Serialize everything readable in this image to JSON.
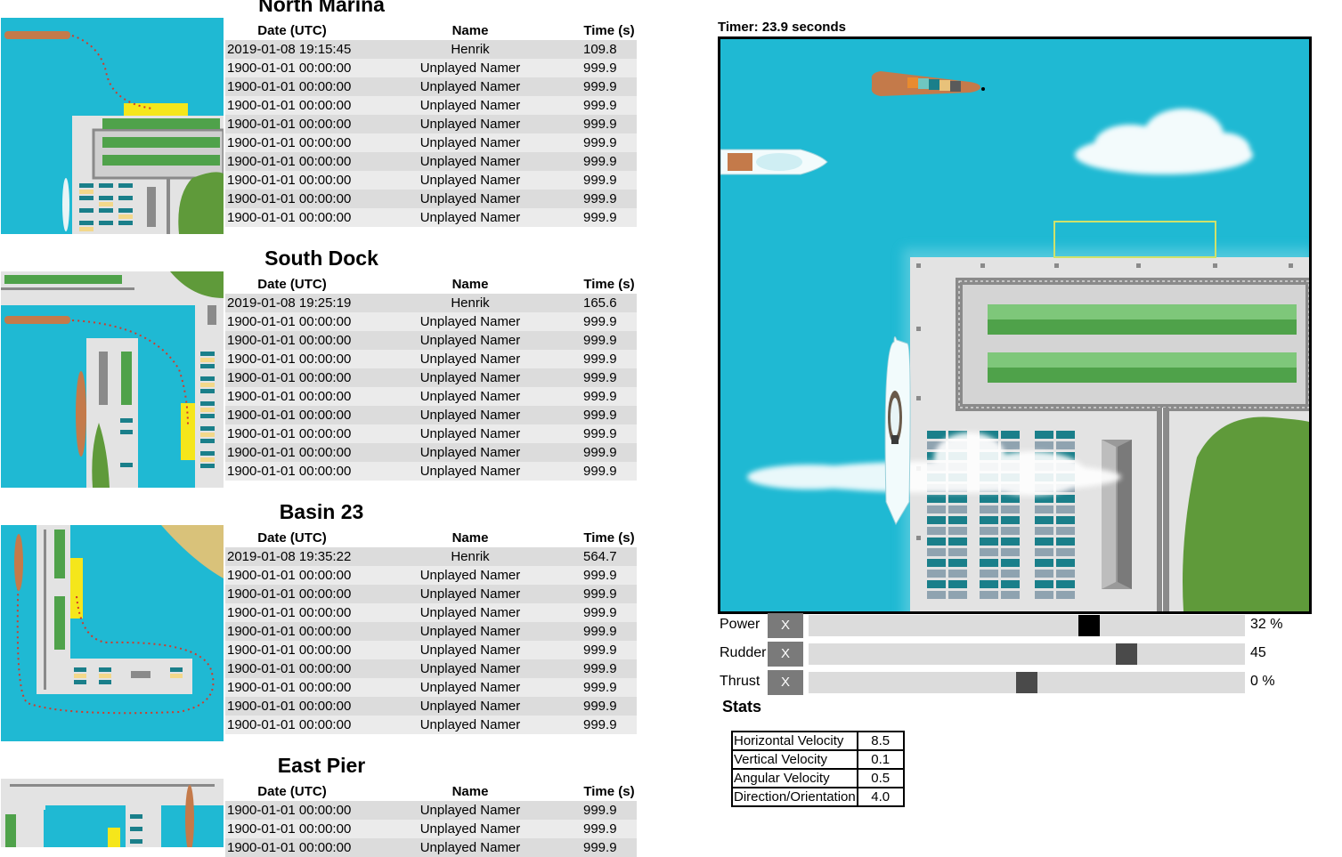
{
  "leaderboards": [
    {
      "title": "North Marina",
      "headers": [
        "Date (UTC)",
        "Name",
        "Time (s)"
      ],
      "rows": [
        [
          "2019-01-08 19:15:45",
          "Henrik",
          "109.8"
        ],
        [
          "1900-01-01 00:00:00",
          "Unplayed Namer",
          "999.9"
        ],
        [
          "1900-01-01 00:00:00",
          "Unplayed Namer",
          "999.9"
        ],
        [
          "1900-01-01 00:00:00",
          "Unplayed Namer",
          "999.9"
        ],
        [
          "1900-01-01 00:00:00",
          "Unplayed Namer",
          "999.9"
        ],
        [
          "1900-01-01 00:00:00",
          "Unplayed Namer",
          "999.9"
        ],
        [
          "1900-01-01 00:00:00",
          "Unplayed Namer",
          "999.9"
        ],
        [
          "1900-01-01 00:00:00",
          "Unplayed Namer",
          "999.9"
        ],
        [
          "1900-01-01 00:00:00",
          "Unplayed Namer",
          "999.9"
        ],
        [
          "1900-01-01 00:00:00",
          "Unplayed Namer",
          "999.9"
        ]
      ]
    },
    {
      "title": "South Dock",
      "headers": [
        "Date (UTC)",
        "Name",
        "Time (s)"
      ],
      "rows": [
        [
          "2019-01-08 19:25:19",
          "Henrik",
          "165.6"
        ],
        [
          "1900-01-01 00:00:00",
          "Unplayed Namer",
          "999.9"
        ],
        [
          "1900-01-01 00:00:00",
          "Unplayed Namer",
          "999.9"
        ],
        [
          "1900-01-01 00:00:00",
          "Unplayed Namer",
          "999.9"
        ],
        [
          "1900-01-01 00:00:00",
          "Unplayed Namer",
          "999.9"
        ],
        [
          "1900-01-01 00:00:00",
          "Unplayed Namer",
          "999.9"
        ],
        [
          "1900-01-01 00:00:00",
          "Unplayed Namer",
          "999.9"
        ],
        [
          "1900-01-01 00:00:00",
          "Unplayed Namer",
          "999.9"
        ],
        [
          "1900-01-01 00:00:00",
          "Unplayed Namer",
          "999.9"
        ],
        [
          "1900-01-01 00:00:00",
          "Unplayed Namer",
          "999.9"
        ]
      ]
    },
    {
      "title": "Basin 23",
      "headers": [
        "Date (UTC)",
        "Name",
        "Time (s)"
      ],
      "rows": [
        [
          "2019-01-08 19:35:22",
          "Henrik",
          "564.7"
        ],
        [
          "1900-01-01 00:00:00",
          "Unplayed Namer",
          "999.9"
        ],
        [
          "1900-01-01 00:00:00",
          "Unplayed Namer",
          "999.9"
        ],
        [
          "1900-01-01 00:00:00",
          "Unplayed Namer",
          "999.9"
        ],
        [
          "1900-01-01 00:00:00",
          "Unplayed Namer",
          "999.9"
        ],
        [
          "1900-01-01 00:00:00",
          "Unplayed Namer",
          "999.9"
        ],
        [
          "1900-01-01 00:00:00",
          "Unplayed Namer",
          "999.9"
        ],
        [
          "1900-01-01 00:00:00",
          "Unplayed Namer",
          "999.9"
        ],
        [
          "1900-01-01 00:00:00",
          "Unplayed Namer",
          "999.9"
        ],
        [
          "1900-01-01 00:00:00",
          "Unplayed Namer",
          "999.9"
        ]
      ]
    },
    {
      "title": "East Pier",
      "headers": [
        "Date (UTC)",
        "Name",
        "Time (s)"
      ],
      "rows": [
        [
          "1900-01-01 00:00:00",
          "Unplayed Namer",
          "999.9"
        ],
        [
          "1900-01-01 00:00:00",
          "Unplayed Namer",
          "999.9"
        ],
        [
          "1900-01-01 00:00:00",
          "Unplayed Namer",
          "999.9"
        ]
      ]
    }
  ],
  "game": {
    "timer": "Timer: 23.9 seconds",
    "controls": [
      {
        "label": "Power",
        "button": "X",
        "value_text": "32 %",
        "fraction": 0.65
      },
      {
        "label": "Rudder",
        "button": "X",
        "value_text": "45",
        "fraction": 0.74
      },
      {
        "label": "Thrust",
        "button": "X",
        "value_text": "0 %",
        "fraction": 0.5
      }
    ],
    "stats_title": "Stats",
    "stats": [
      {
        "label": "Horizontal Velocity",
        "value": "8.5"
      },
      {
        "label": "Vertical Velocity",
        "value": "0.1"
      },
      {
        "label": "Angular Velocity",
        "value": "0.5"
      },
      {
        "label": "Direction/Orientation",
        "value": "4.0"
      }
    ]
  },
  "colors": {
    "water": "#1fb9d3",
    "target_zone": "#f5e61b",
    "grass": "#4fa24a",
    "quay": "#e3e3e3",
    "slider_track": "#dcdcdc",
    "button": "#7a7a7a"
  }
}
